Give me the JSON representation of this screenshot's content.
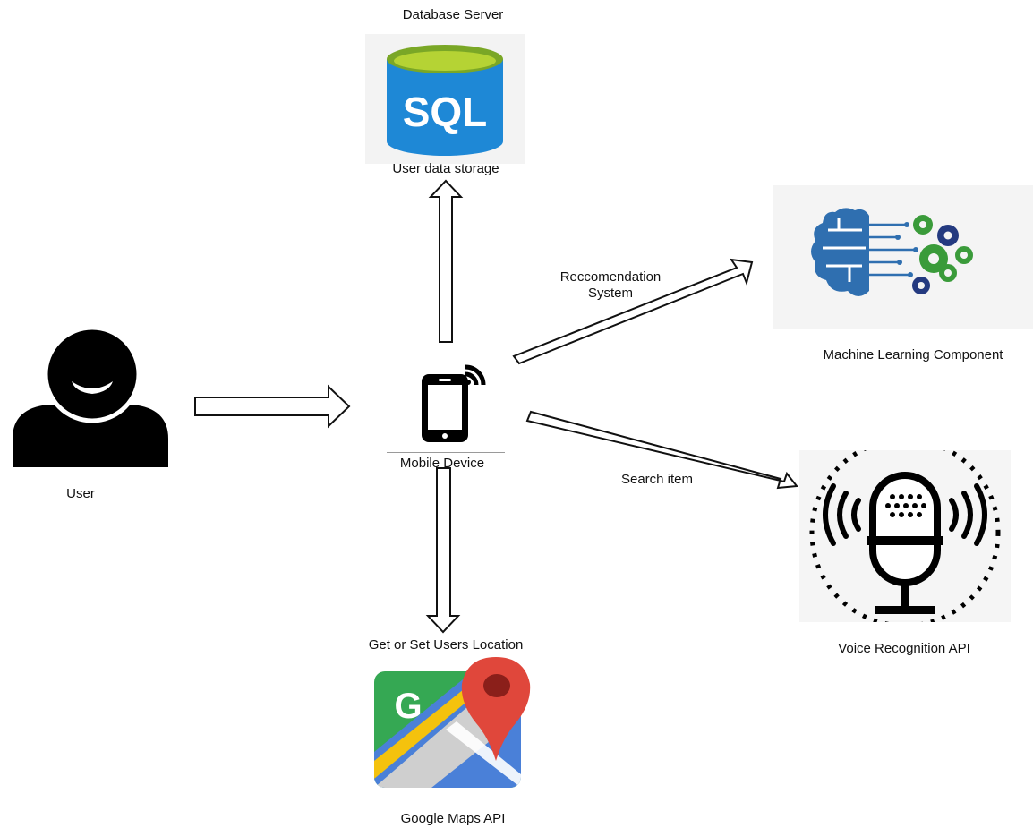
{
  "nodes": {
    "database": {
      "title": "Database Server",
      "icon_text": "SQL",
      "caption": "User data storage",
      "icon": "sql-database-icon"
    },
    "user": {
      "caption": "User",
      "icon": "user-silhouette-icon"
    },
    "mobile": {
      "caption": "Mobile Device",
      "icon": "mobile-phone-wifi-icon"
    },
    "ml": {
      "caption": "Machine Learning Component",
      "icon": "brain-gears-icon"
    },
    "voice": {
      "caption": "Voice Recognition API",
      "icon": "microphone-icon"
    },
    "maps": {
      "caption": "Google Maps API",
      "icon_text": "G",
      "icon": "google-maps-icon"
    }
  },
  "edges": {
    "recommendation": {
      "line1": "Reccomendation",
      "line2": "System"
    },
    "search": "Search item",
    "location": "Get or Set Users Location"
  },
  "colors": {
    "sql_blue": "#1e88d6",
    "sql_green": "#b5d334",
    "brain_blue": "#2f6fb0",
    "gear_green": "#3a9b3a",
    "gear_navy": "#243a80",
    "maps_green": "#35a853",
    "maps_blue": "#4a80d8",
    "maps_yellow": "#f4c20d",
    "maps_red": "#e0473b"
  }
}
